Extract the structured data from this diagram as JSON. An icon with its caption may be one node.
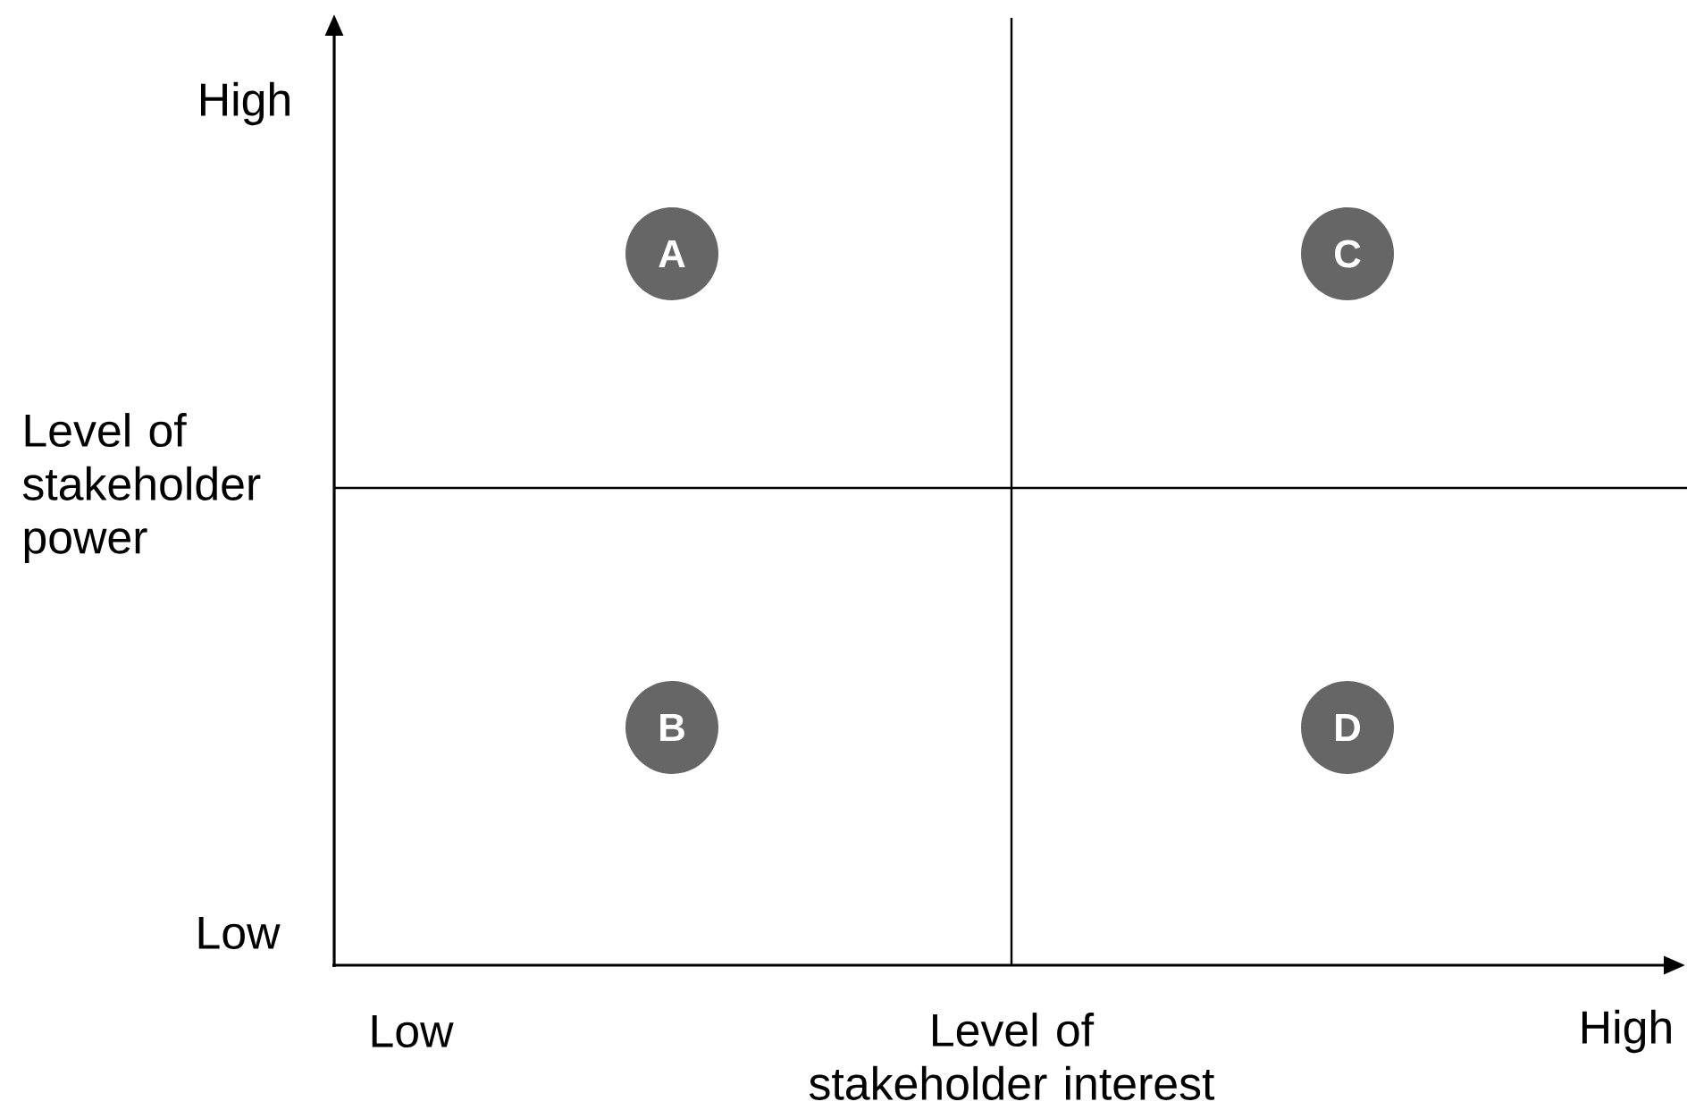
{
  "diagram": {
    "nodes": [
      {
        "text": [
          "A"
        ]
      },
      {
        "text": [
          "C"
        ]
      },
      {
        "text": [
          "B"
        ]
      },
      {
        "text": [
          "D"
        ]
      }
    ],
    "labels": [
      "High",
      "Level of stakeholder power",
      "Low",
      "Low",
      "Level of stakeholder interest",
      "High"
    ]
  }
}
